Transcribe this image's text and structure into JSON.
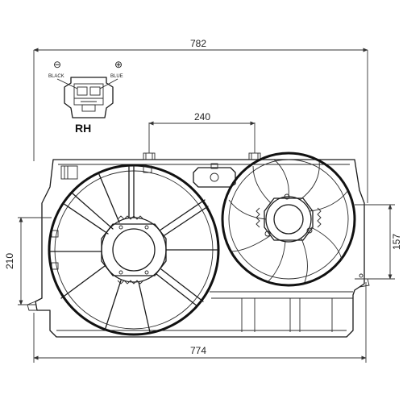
{
  "dimensions": {
    "top_width": "782",
    "bottom_width": "774",
    "connector_spacing": "240",
    "left_height": "210",
    "right_height": "157"
  },
  "connector": {
    "label": "RH",
    "pin_negative_symbol": "⊖",
    "pin_positive_symbol": "⊕",
    "pin_negative_label": "BLACK",
    "pin_positive_label": "BLUE"
  }
}
